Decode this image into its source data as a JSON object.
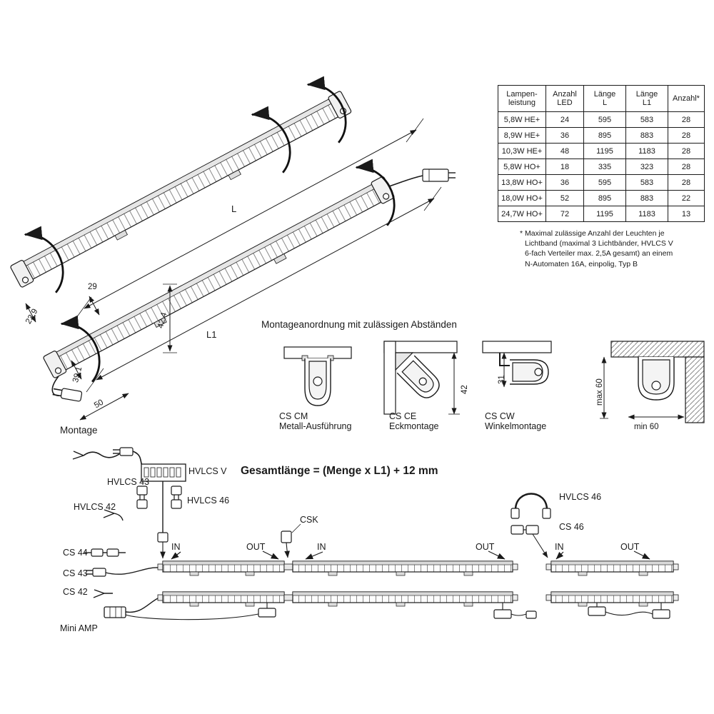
{
  "colors": {
    "ink": "#1a1a1a"
  },
  "table": {
    "headers": {
      "col1": "Lampen-\nleistung",
      "col2": "Anzahl\nLED",
      "col3": "Länge\nL",
      "col4": "Länge\nL1",
      "col5": "Anzahl*"
    },
    "rows": [
      {
        "power": "5,8W HE+",
        "led": "24",
        "laenge_l": "595",
        "laenge_l1": "583",
        "anzahl": "28"
      },
      {
        "power": "8,9W HE+",
        "led": "36",
        "laenge_l": "895",
        "laenge_l1": "883",
        "anzahl": "28"
      },
      {
        "power": "10,3W HE+",
        "led": "48",
        "laenge_l": "1195",
        "laenge_l1": "1183",
        "anzahl": "28"
      },
      {
        "power": "5,8W HO+",
        "led": "18",
        "laenge_l": "335",
        "laenge_l1": "323",
        "anzahl": "28"
      },
      {
        "power": "13,8W HO+",
        "led": "36",
        "laenge_l": "595",
        "laenge_l1": "583",
        "anzahl": "28"
      },
      {
        "power": "18,0W HO+",
        "led": "52",
        "laenge_l": "895",
        "laenge_l1": "883",
        "anzahl": "22"
      },
      {
        "power": "24,7W HO+",
        "led": "72",
        "laenge_l": "1195",
        "laenge_l1": "1183",
        "anzahl": "13"
      }
    ],
    "footnote": "* Maximal zulässige Anzahl der Leuchten je\nLichtband (maximal 3 Lichtbänder, HVLCS V\n6-fach Verteiler max. 2,5A gesamt) an einem\nN-Automaten 16A, einpolig, Typ B"
  },
  "drawing": {
    "dim_l": "L",
    "dim_l1": "L1",
    "dim_29": "29",
    "dim_23_9": "23,9",
    "dim_42_4": "42,4",
    "dim_39_1": "39,1",
    "dim_50": "50"
  },
  "mounting": {
    "heading": "Montageanordnung mit zulässigen Abständen",
    "cscm_code": "CS CM",
    "cscm_desc": "Metall-Ausführung",
    "csce_code": "CS CE",
    "csce_desc": "Eckmontage",
    "csce_dim": "42",
    "cscw_code": "CS CW",
    "cscw_desc": "Winkelmontage",
    "cscw_dim": "31",
    "niche_max": "max 60",
    "niche_min": "min 60"
  },
  "montage": {
    "label": "Montage",
    "formula": "Gesamtlänge = (Menge x L1) + 12 mm",
    "acc_hvlcs_v": "HVLCS V",
    "acc_hvlcs_43": "HVLCS 43",
    "acc_hvlcs_42": "HVLCS 42",
    "acc_hvlcs_46": "HVLCS 46",
    "acc_cs_44": "CS 44",
    "acc_cs_43": "CS 43",
    "acc_cs_42": "CS 42",
    "acc_mini_amp": "Mini AMP",
    "chain_in": "IN",
    "chain_out": "OUT",
    "chain_csk": "CSK",
    "chain_hvlcs_46": "HVLCS 46",
    "chain_cs_46": "CS 46"
  }
}
